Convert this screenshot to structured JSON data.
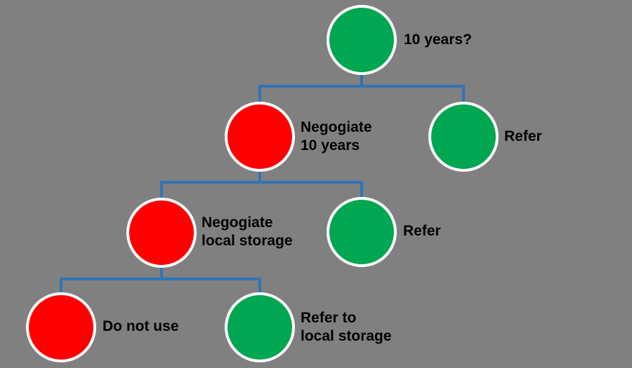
{
  "colors": {
    "background": "#808080",
    "connector": "#2E75B6",
    "green": "#00A651",
    "red": "#FF0000",
    "text": "#000000",
    "circle_border": "#FFFFFF"
  },
  "nodes": {
    "root": {
      "label": "10 years?",
      "color": "green"
    },
    "negotiate_10_years": {
      "label": "Negogiate\n10 years",
      "color": "red"
    },
    "refer_1": {
      "label": "Refer",
      "color": "green"
    },
    "negotiate_local_storage": {
      "label": "Negogiate\nlocal storage",
      "color": "red"
    },
    "refer_2": {
      "label": "Refer",
      "color": "green"
    },
    "do_not_use": {
      "label": "Do not use",
      "color": "red"
    },
    "refer_to_local_storage": {
      "label": "Refer to\nlocal storage",
      "color": "green"
    }
  }
}
